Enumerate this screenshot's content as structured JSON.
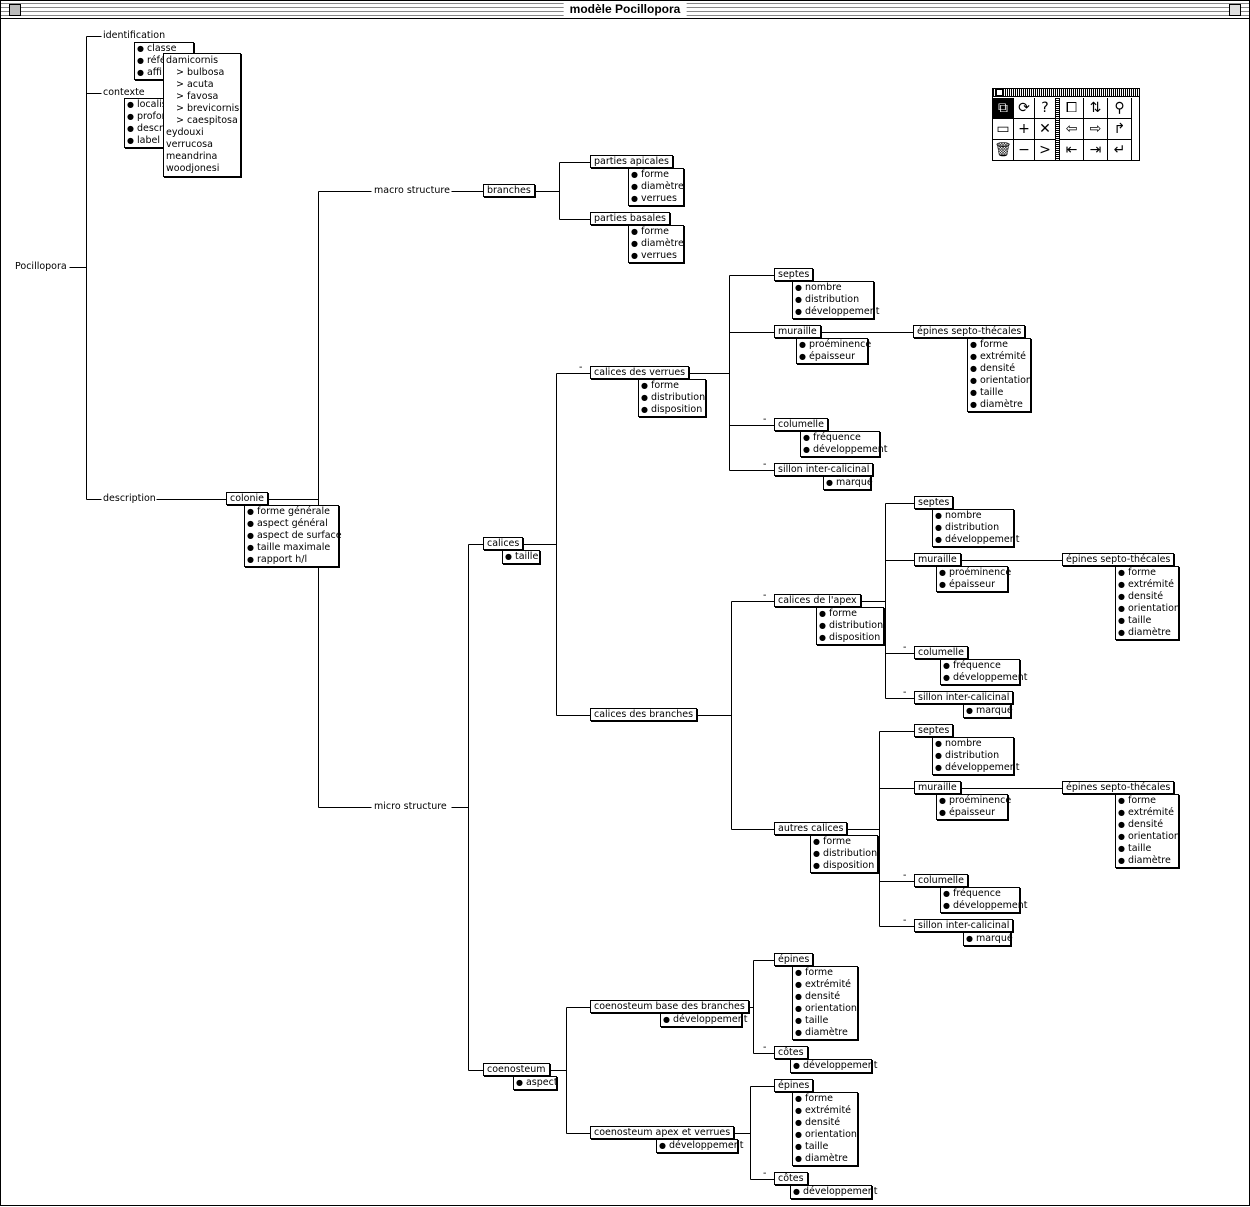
{
  "window": {
    "title": "modèle Pocillopora"
  },
  "tree": {
    "root": "Pocillopora",
    "identification": {
      "label": "identification",
      "attrs": [
        "classe",
        "réfé",
        "affi"
      ]
    },
    "contexte": {
      "label": "contexte",
      "attrs": [
        "localis",
        "profon",
        "descri",
        "label"
      ]
    },
    "description": "description",
    "macro": "macro structure",
    "micro": "micro structure"
  },
  "popup": {
    "items": [
      {
        "label": "damicornis",
        "sub": false
      },
      {
        "label": "> bulbosa",
        "sub": true
      },
      {
        "label": "> acuta",
        "sub": true
      },
      {
        "label": "> favosa",
        "sub": true
      },
      {
        "label": "> brevicornis",
        "sub": true
      },
      {
        "label": "> caespitosa",
        "sub": true
      },
      {
        "label": "eydouxi",
        "sub": false
      },
      {
        "label": "verrucosa",
        "sub": false
      },
      {
        "label": "meandrina",
        "sub": false
      },
      {
        "label": "woodjonesi",
        "sub": false
      }
    ]
  },
  "nodes": {
    "colonie": {
      "label": "colonie",
      "attrs": [
        "forme générale",
        "aspect général",
        "aspect de surface",
        "taille maximale",
        "rapport h/l"
      ]
    },
    "branches": {
      "label": "branches",
      "attrs": []
    },
    "apicales": {
      "label": "parties apicales",
      "attrs": [
        "forme",
        "diamètre",
        "verrues"
      ]
    },
    "basales": {
      "label": "parties basales",
      "attrs": [
        "forme",
        "diamètre",
        "verrues"
      ]
    },
    "calices": {
      "label": "calices",
      "attrs": [
        "taille"
      ]
    },
    "coenosteum": {
      "label": "coenosteum",
      "attrs": [
        "aspect"
      ]
    },
    "cv": {
      "label": "calices des verrues",
      "attrs": [
        "forme",
        "distribution",
        "disposition"
      ]
    },
    "cb": {
      "label": "calices des branches",
      "attrs": []
    },
    "v_septes": {
      "label": "septes",
      "attrs": [
        "nombre",
        "distribution",
        "développement"
      ]
    },
    "v_mur": {
      "label": "muraille",
      "attrs": [
        "proéminence",
        "épaisseur"
      ]
    },
    "v_ep": {
      "label": "épines septo-thécales",
      "attrs": [
        "forme",
        "extrémité",
        "densité",
        "orientation",
        "taille",
        "diamètre"
      ]
    },
    "v_col": {
      "label": "columelle",
      "attrs": [
        "fréquence",
        "développement"
      ]
    },
    "v_sil": {
      "label": "sillon inter-calicinal",
      "attrs": [
        "marqué"
      ]
    },
    "apex": {
      "label": "calices de l'apex",
      "attrs": [
        "forme",
        "distribution",
        "disposition"
      ]
    },
    "a_septes": {
      "label": "septes",
      "attrs": [
        "nombre",
        "distribution",
        "développement"
      ]
    },
    "a_mur": {
      "label": "muraille",
      "attrs": [
        "proéminence",
        "épaisseur"
      ]
    },
    "a_ep": {
      "label": "épines septo-thécales",
      "attrs": [
        "forme",
        "extrémité",
        "densité",
        "orientation",
        "taille",
        "diamètre"
      ]
    },
    "a_col": {
      "label": "columelle",
      "attrs": [
        "fréquence",
        "développement"
      ]
    },
    "a_sil": {
      "label": "sillon inter-calicinal",
      "attrs": [
        "marqué"
      ]
    },
    "autres": {
      "label": "autres calices",
      "attrs": [
        "forme",
        "distribution",
        "disposition"
      ]
    },
    "o_septes": {
      "label": "septes",
      "attrs": [
        "nombre",
        "distribution",
        "développement"
      ]
    },
    "o_mur": {
      "label": "muraille",
      "attrs": [
        "proéminence",
        "épaisseur"
      ]
    },
    "o_ep": {
      "label": "épines septo-thécales",
      "attrs": [
        "forme",
        "extrémité",
        "densité",
        "orientation",
        "taille",
        "diamètre"
      ]
    },
    "o_col": {
      "label": "columelle",
      "attrs": [
        "fréquence",
        "développement"
      ]
    },
    "o_sil": {
      "label": "sillon inter-calicinal",
      "attrs": [
        "marqué"
      ]
    },
    "cbb": {
      "label": "coenosteum base des branches",
      "attrs": [
        "développement"
      ]
    },
    "cav": {
      "label": "coenosteum apex et verrues",
      "attrs": [
        "développement"
      ]
    },
    "b_ep": {
      "label": "épines",
      "attrs": [
        "forme",
        "extrémité",
        "densité",
        "orientation",
        "taille",
        "diamètre"
      ]
    },
    "b_cot": {
      "label": "côtes",
      "attrs": [
        "développement"
      ]
    },
    "c_ep": {
      "label": "épines",
      "attrs": [
        "forme",
        "extrémité",
        "densité",
        "orientation",
        "taille",
        "diamètre"
      ]
    },
    "c_cot": {
      "label": "côtes",
      "attrs": [
        "développement"
      ]
    }
  },
  "collapse_marker": "-",
  "palette": {
    "tools": [
      {
        "name": "select-node-tool-icon",
        "glyph": "⧉",
        "selected": true
      },
      {
        "name": "refresh-icon",
        "glyph": "⟳"
      },
      {
        "name": "help-icon",
        "glyph": "?"
      },
      {
        "name": "stack-icon",
        "glyph": "⧠"
      },
      {
        "name": "hierarchy-icon",
        "glyph": "⇅"
      },
      {
        "name": "magnifier-icon",
        "glyph": "⚲"
      },
      {
        "name": "box-node-icon",
        "glyph": "▭"
      },
      {
        "name": "plus-icon",
        "glyph": "+"
      },
      {
        "name": "close-icon",
        "glyph": "✕"
      },
      {
        "name": "arrow-left-icon",
        "glyph": "⇦"
      },
      {
        "name": "arrow-right-icon",
        "glyph": "⇨"
      },
      {
        "name": "arrow-turn-icon",
        "glyph": "↱"
      },
      {
        "name": "trash-icon",
        "glyph": "🗑"
      },
      {
        "name": "minus-icon",
        "glyph": "−"
      },
      {
        "name": "greater-than-icon",
        "glyph": ">"
      },
      {
        "name": "arrow-first-icon",
        "glyph": "⇤"
      },
      {
        "name": "arrow-last-icon",
        "glyph": "⇥"
      },
      {
        "name": "return-icon",
        "glyph": "↵"
      }
    ]
  }
}
